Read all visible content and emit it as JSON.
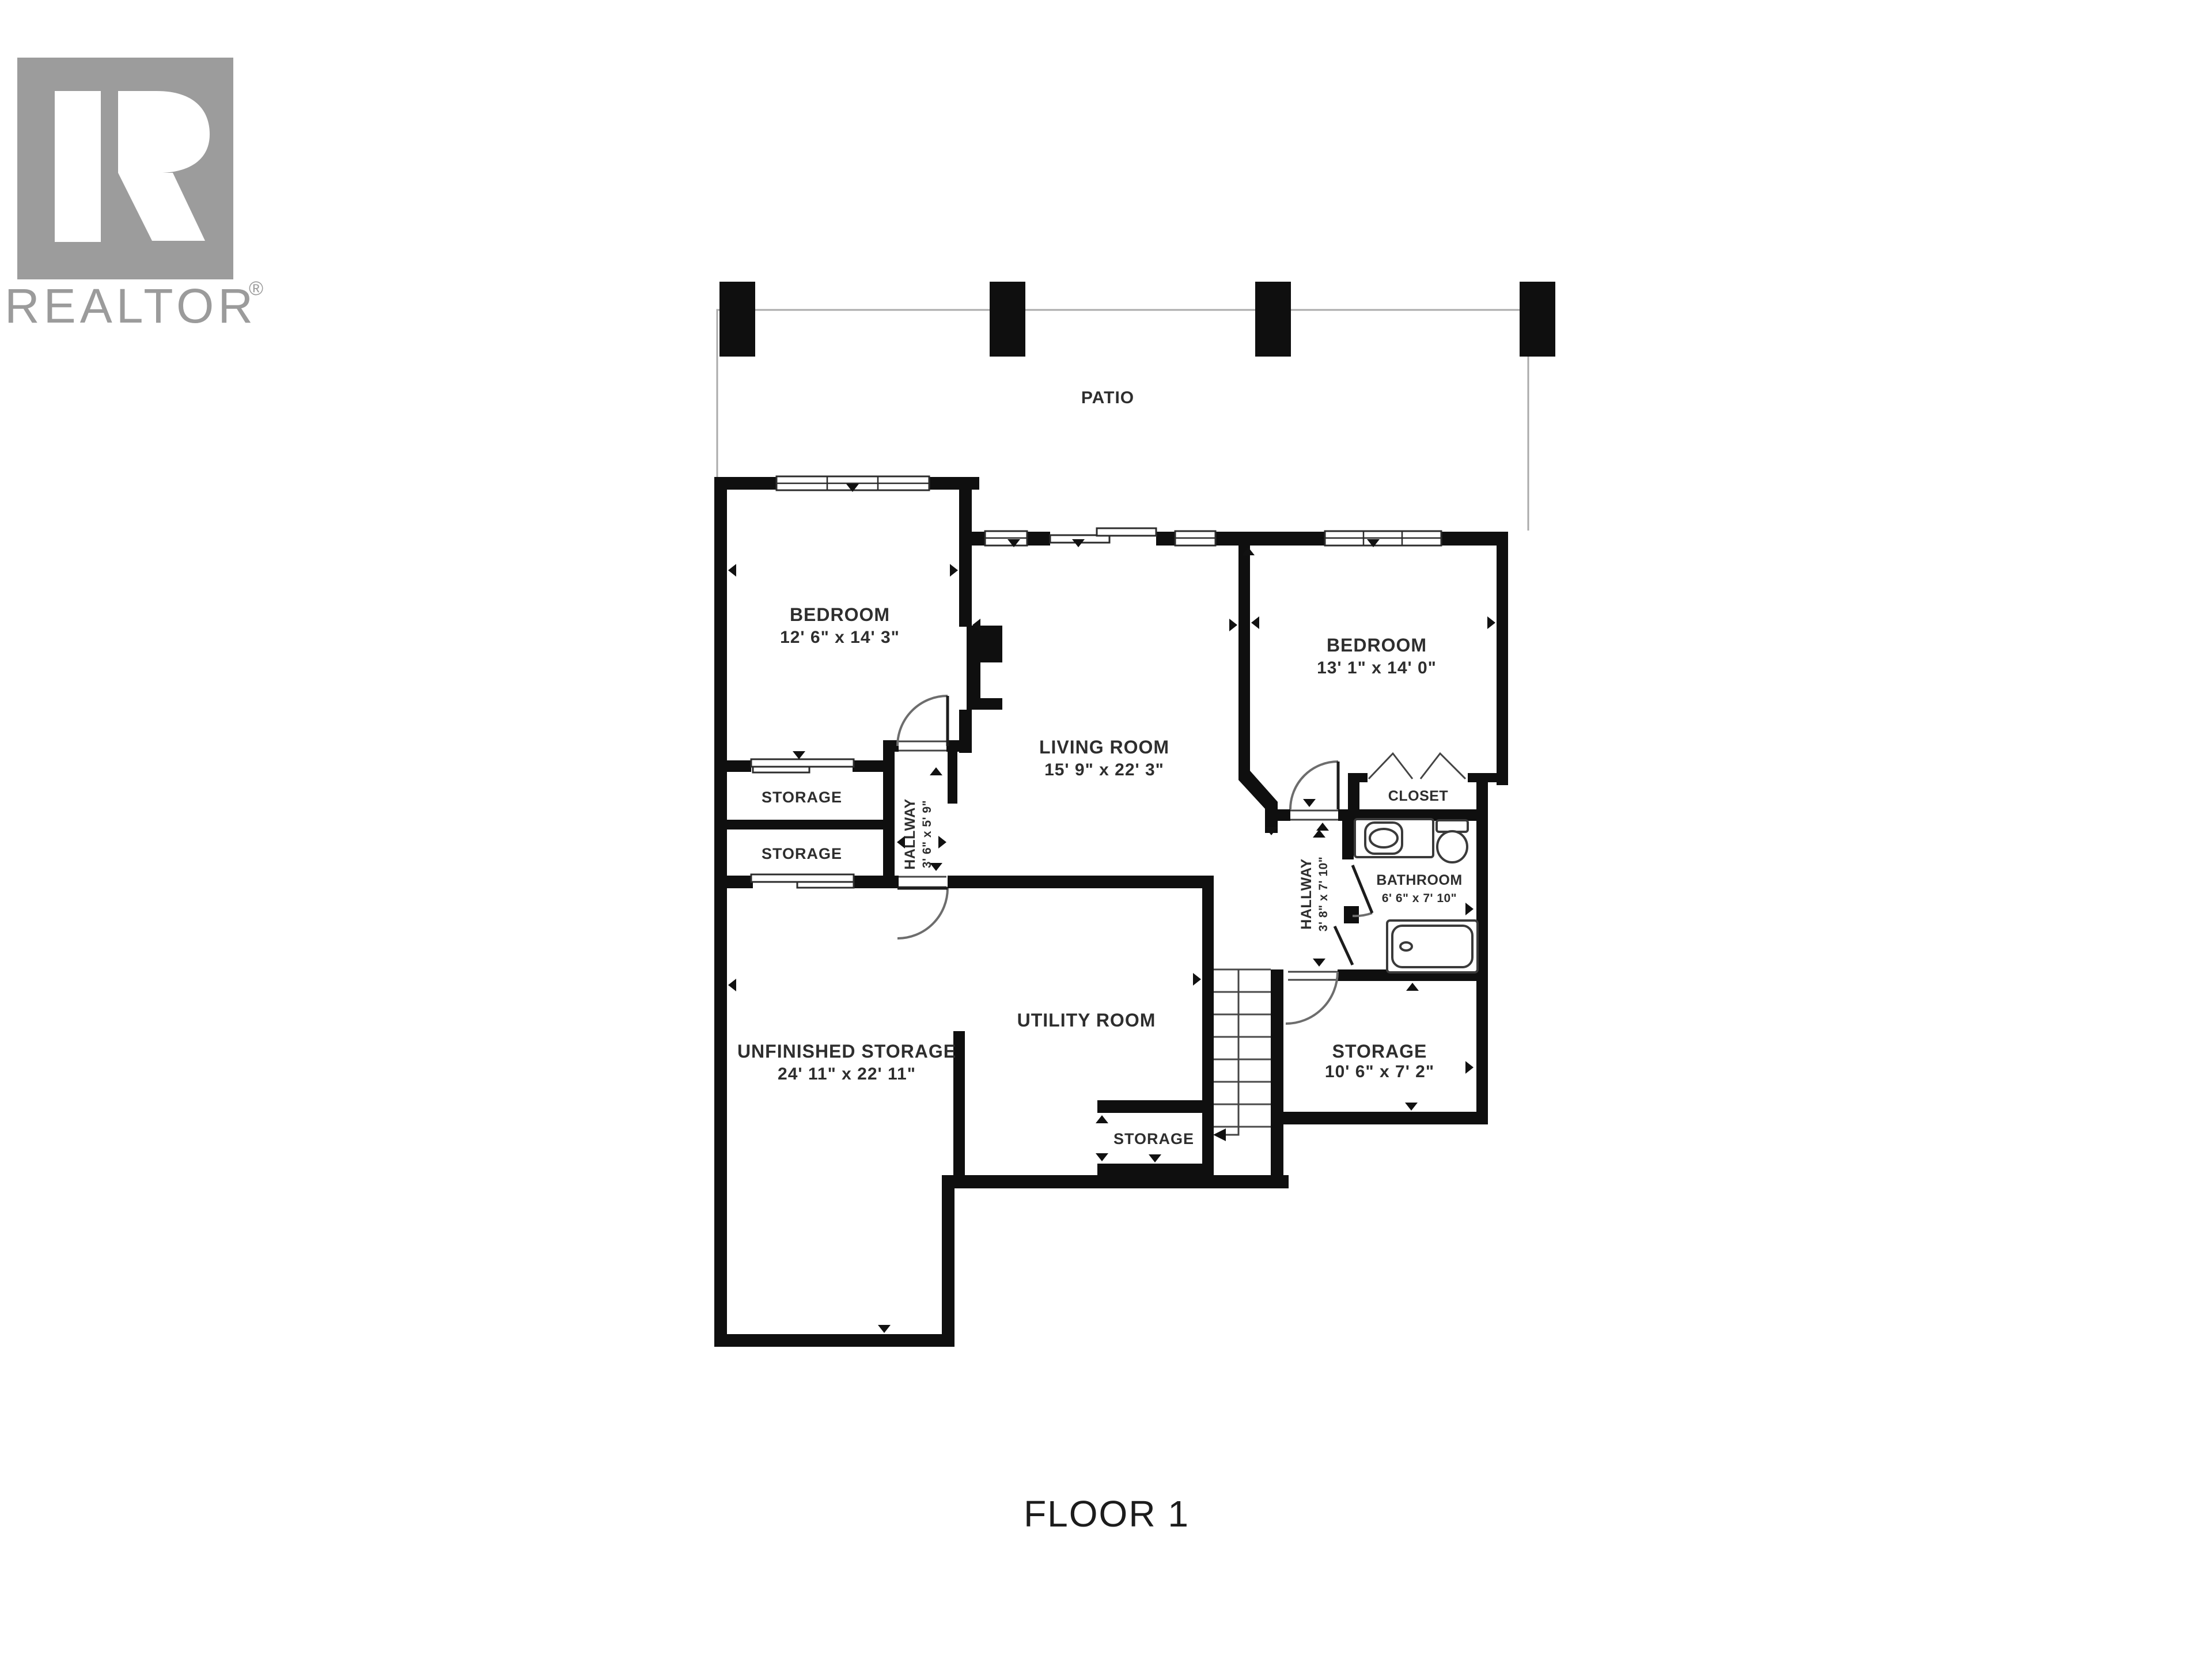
{
  "logo": {
    "brand": "REALTOR",
    "registered": "®"
  },
  "plan": {
    "patio_label": "PATIO",
    "floor_label": "FLOOR 1",
    "rooms": {
      "bedroom_left": {
        "name": "BEDROOM",
        "dims": "12' 6\" x 14' 3\""
      },
      "living_room": {
        "name": "LIVING ROOM",
        "dims": "15' 9\" x 22' 3\""
      },
      "bedroom_right": {
        "name": "BEDROOM",
        "dims": "13' 1\" x 14' 0\""
      },
      "storage_upper": {
        "name": "STORAGE"
      },
      "storage_lower": {
        "name": "STORAGE"
      },
      "hallway_left": {
        "name": "HALLWAY",
        "dims": "3' 6\" x 5' 9\""
      },
      "closet": {
        "name": "CLOSET"
      },
      "bathroom": {
        "name": "BATHROOM",
        "dims": "6' 6\" x 7' 10\""
      },
      "hallway_right": {
        "name": "HALLWAY",
        "dims": "3' 8\" x 7' 10\""
      },
      "unfinished_storage": {
        "name": "UNFINISHED STORAGE",
        "dims": "24' 11\" x 22' 11\""
      },
      "utility_room": {
        "name": "UTILITY ROOM"
      },
      "storage_under_stairs": {
        "name": "STORAGE"
      },
      "storage_right": {
        "name": "STORAGE",
        "dims": "10' 6\" x 7' 2\""
      }
    }
  }
}
